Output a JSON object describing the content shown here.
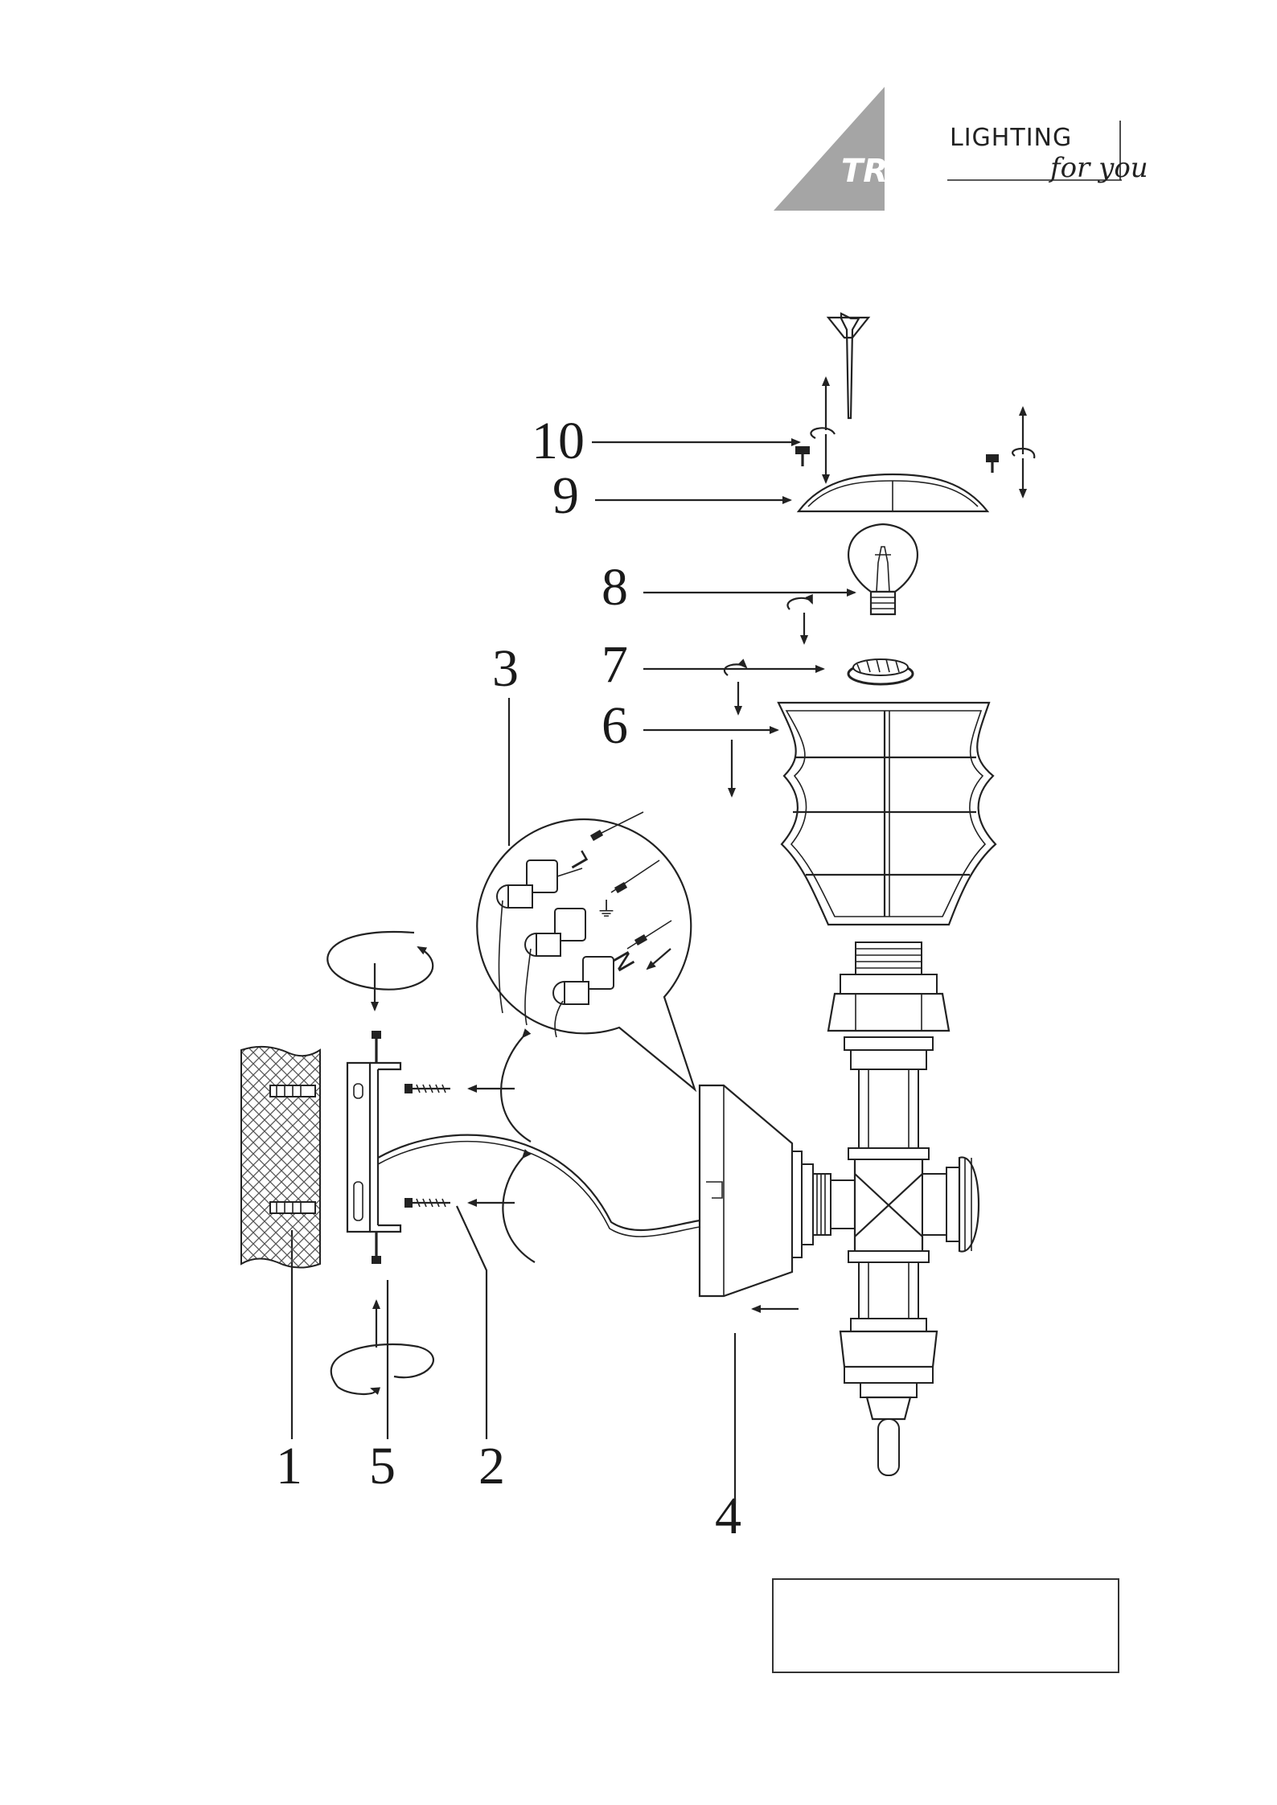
{
  "logo": {
    "brand": "TRIO",
    "line1": "LIGHTING",
    "line2": "for you",
    "triangle_color": "#a5a5a5"
  },
  "callouts": [
    "1",
    "2",
    "3",
    "4",
    "5",
    "6",
    "7",
    "8",
    "9",
    "10"
  ],
  "terminal_marks": {
    "live": "L",
    "earth": "⏚",
    "neutral": "N"
  },
  "colors": {
    "line": "#222222",
    "wall_hatch": "#555555"
  }
}
